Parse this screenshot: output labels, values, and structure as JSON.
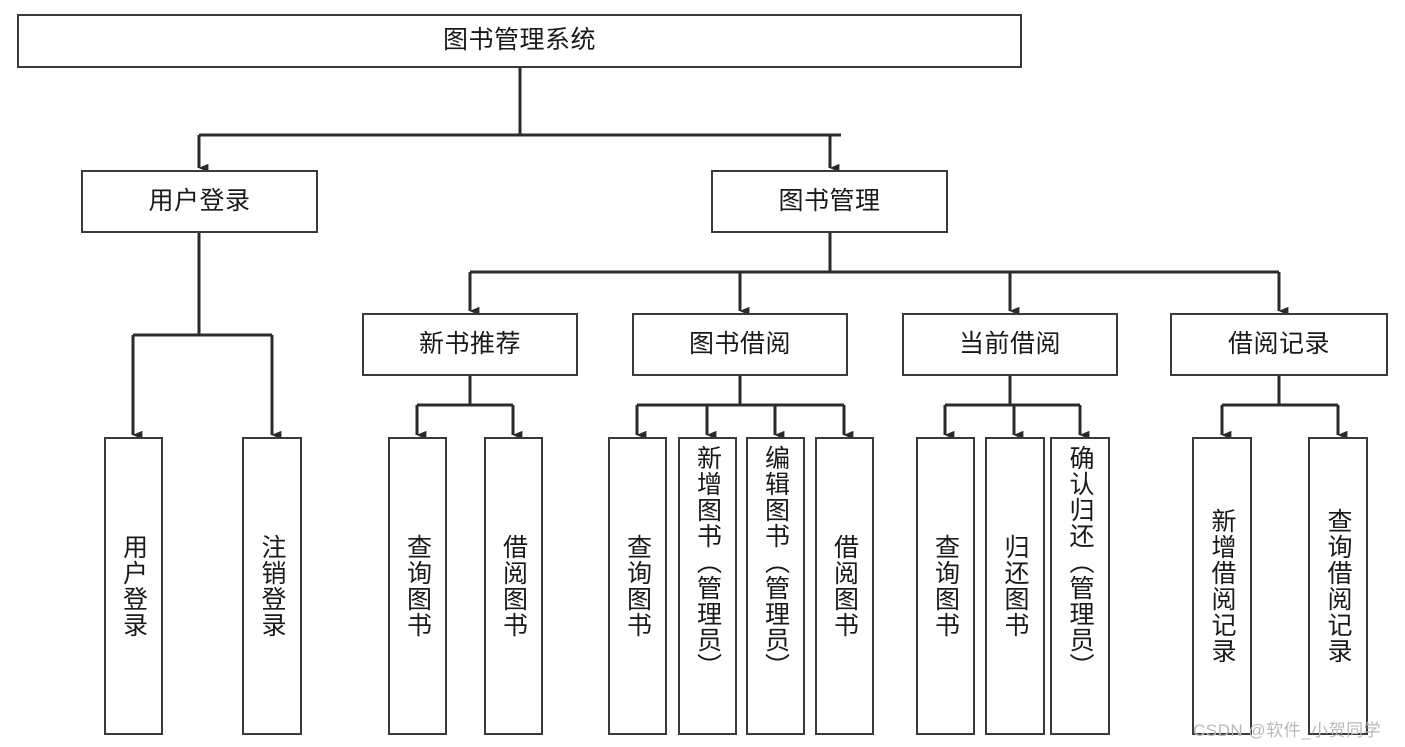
{
  "diagram": {
    "type": "tree-hierarchy",
    "title": "图书管理系统",
    "watermark": "CSDN @软件_小贺同学",
    "colors": {
      "box_border": "#3a3a3a",
      "box_fill": "#ffffff",
      "connector": "#2b2b2b",
      "text": "#1a1a1a",
      "watermark": "#b9b9b9",
      "background": "#ffffff"
    },
    "levels": {
      "root": {
        "id": "root",
        "label": "图书管理系统",
        "orientation": "horizontal"
      },
      "level2": [
        {
          "id": "user-login",
          "label": "用户登录",
          "orientation": "horizontal"
        },
        {
          "id": "book-management",
          "label": "图书管理",
          "orientation": "horizontal"
        }
      ],
      "level3": [
        {
          "id": "new-book-recommend",
          "label": "新书推荐",
          "orientation": "horizontal",
          "parent": "book-management"
        },
        {
          "id": "book-borrow",
          "label": "图书借阅",
          "orientation": "horizontal",
          "parent": "book-management"
        },
        {
          "id": "current-borrow",
          "label": "当前借阅",
          "orientation": "horizontal",
          "parent": "book-management"
        },
        {
          "id": "borrow-record",
          "label": "借阅记录",
          "orientation": "horizontal",
          "parent": "book-management"
        }
      ],
      "leaves": [
        {
          "id": "leaf-user-login",
          "label": "用户登录",
          "orientation": "vertical",
          "parent": "user-login"
        },
        {
          "id": "leaf-user-logout",
          "label": "注销登录",
          "orientation": "vertical",
          "parent": "user-login"
        },
        {
          "id": "leaf-query-book-1",
          "label": "查询图书",
          "orientation": "vertical",
          "parent": "new-book-recommend"
        },
        {
          "id": "leaf-borrow-book-1",
          "label": "借阅图书",
          "orientation": "vertical",
          "parent": "new-book-recommend"
        },
        {
          "id": "leaf-query-book-2",
          "label": "查询图书",
          "orientation": "vertical",
          "parent": "book-borrow"
        },
        {
          "id": "leaf-add-book",
          "label": "新增图书（管理员）",
          "orientation": "vertical",
          "parent": "book-borrow"
        },
        {
          "id": "leaf-edit-book",
          "label": "编辑图书（管理员）",
          "orientation": "vertical",
          "parent": "book-borrow"
        },
        {
          "id": "leaf-borrow-book-2",
          "label": "借阅图书",
          "orientation": "vertical",
          "parent": "book-borrow"
        },
        {
          "id": "leaf-query-book-3",
          "label": "查询图书",
          "orientation": "vertical",
          "parent": "current-borrow"
        },
        {
          "id": "leaf-return-book",
          "label": "归还图书",
          "orientation": "vertical",
          "parent": "current-borrow"
        },
        {
          "id": "leaf-confirm-return",
          "label": "确认归还（管理员）",
          "orientation": "vertical",
          "parent": "current-borrow"
        },
        {
          "id": "leaf-add-record",
          "label": "新增借阅记录",
          "orientation": "vertical",
          "parent": "borrow-record"
        },
        {
          "id": "leaf-query-record",
          "label": "查询借阅记录",
          "orientation": "vertical",
          "parent": "borrow-record"
        }
      ]
    }
  }
}
